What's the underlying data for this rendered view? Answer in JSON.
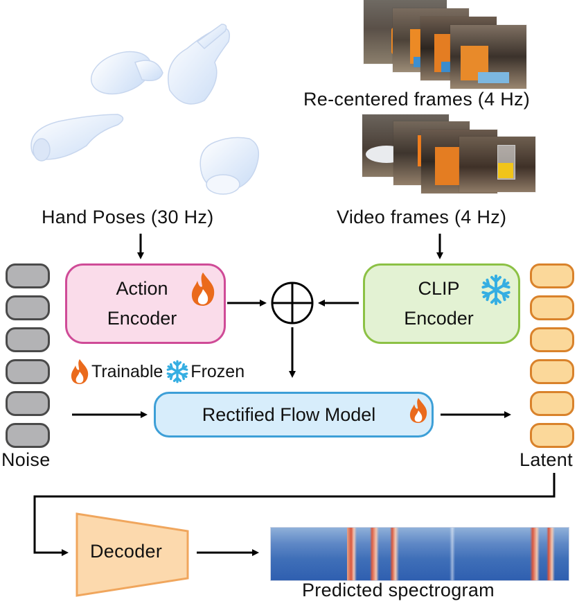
{
  "labels": {
    "hand_poses": "Hand Poses (30 Hz)",
    "video_frames": "Video frames (4 Hz)",
    "recentered_frames": "Re-centered frames (4 Hz)",
    "action_encoder_line1": "Action",
    "action_encoder_line2": "Encoder",
    "clip_encoder_line1": "CLIP",
    "clip_encoder_line2": "Encoder",
    "trainable": "Trainable",
    "frozen": "Frozen",
    "rectified_flow": "Rectified Flow Model",
    "noise": "Noise",
    "latent": "Latent",
    "decoder": "Decoder",
    "predicted_spectrogram": "Predicted spectrogram"
  },
  "icons": {
    "trainable": "flame-icon",
    "frozen": "snowflake-icon",
    "combine": "circled-plus-icon"
  },
  "colors": {
    "action_encoder_fill": "#fadcea",
    "action_encoder_border": "#cf4b97",
    "clip_encoder_fill": "#e3f2d3",
    "clip_encoder_border": "#8cc145",
    "flow_fill": "#d7edfb",
    "flow_border": "#3d9fd7",
    "decoder_fill": "#fcd9ad",
    "decoder_border": "#f0a65d",
    "flame": "#ea6a1c",
    "snowflake": "#35aee2",
    "noise_fill": "#b3b3b5",
    "latent_fill": "#fbd89a",
    "latent_border": "#d9822b"
  }
}
